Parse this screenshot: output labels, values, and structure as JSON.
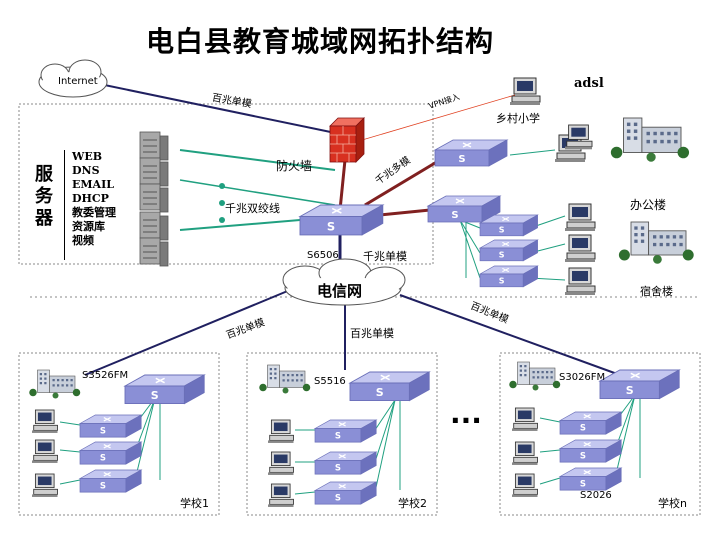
{
  "title": "电白县教育城域网拓扑结构",
  "labels": {
    "internet": "Internet",
    "adsl": "adsl",
    "vpn": "VPN接入",
    "village_school": "乡村小学",
    "link_100m_sm_top": "百兆单模",
    "firewall": "防火墙",
    "link_1000m_mm": "千兆多模",
    "gigabit_twisted": "千兆双绞线",
    "core_switch": "S6506",
    "link_1000m_sm": "千兆单模",
    "office": "办公楼",
    "dorm": "宿舍楼",
    "telecom": "电信网",
    "link_100m_left": "百兆单模",
    "link_100m_mid": "百兆单模",
    "link_100m_right": "百兆单模",
    "school1_switch": "S3526FM",
    "school1": "学校1",
    "school2_switch": "S5516",
    "school2": "学校2",
    "schooln_switch": "S3026FM",
    "schooln_sub": "S2026",
    "schooln": "学校n",
    "ellipsis": "···"
  },
  "server": {
    "heading": "服务器",
    "services": [
      "WEB",
      "DNS",
      "EMAIL",
      "DHCP",
      "教委管理",
      "资源库",
      "视频"
    ]
  },
  "colors": {
    "switch_fill": "#8a8fd6",
    "switch_top": "#b0b4ea",
    "firewall": "#e03020",
    "link_navy": "#202060",
    "link_green": "#20a080",
    "link_dark_red": "#802020",
    "vpn_red": "#e04020"
  }
}
